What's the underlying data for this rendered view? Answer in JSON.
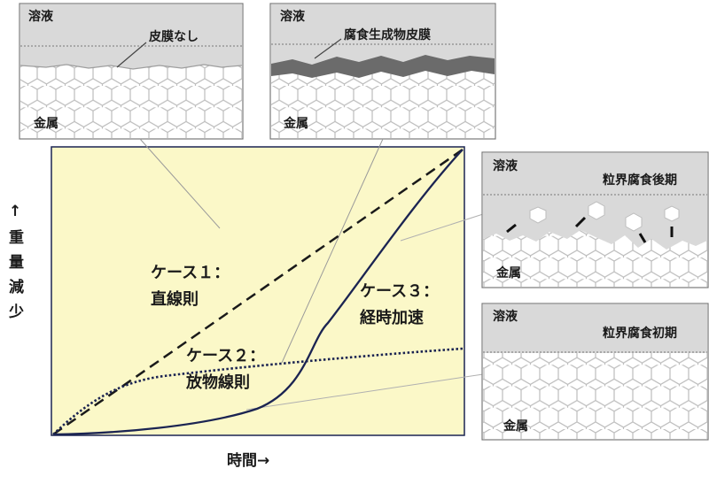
{
  "panels": {
    "no_film": {
      "solution": "溶液",
      "callout": "皮膜なし",
      "metal": "金属"
    },
    "film": {
      "solution": "溶液",
      "callout": "腐食生成物皮膜",
      "metal": "金属"
    },
    "late": {
      "solution": "溶液",
      "title": "粒界腐食後期",
      "metal": "金属"
    },
    "early": {
      "solution": "溶液",
      "title": "粒界腐食初期",
      "metal": "金属"
    }
  },
  "graph": {
    "case1_line1": "ケース１：",
    "case1_line2": "直線則",
    "case2_line1": "ケース２：",
    "case2_line2": "放物線則",
    "case3_line1": "ケース３：",
    "case3_line2": "経時加速",
    "xlabel": "時間→",
    "ylabel": [
      "↑",
      "重",
      "量",
      "減",
      "少"
    ]
  },
  "colors": {
    "plot_bg": "#fbf8c8",
    "curve": "#1b2452",
    "solution_gray": "#d9d9d9",
    "film_gray": "#6b6b6b",
    "hex_line": "#bdbdbd",
    "leader": "#9a9a9a"
  }
}
